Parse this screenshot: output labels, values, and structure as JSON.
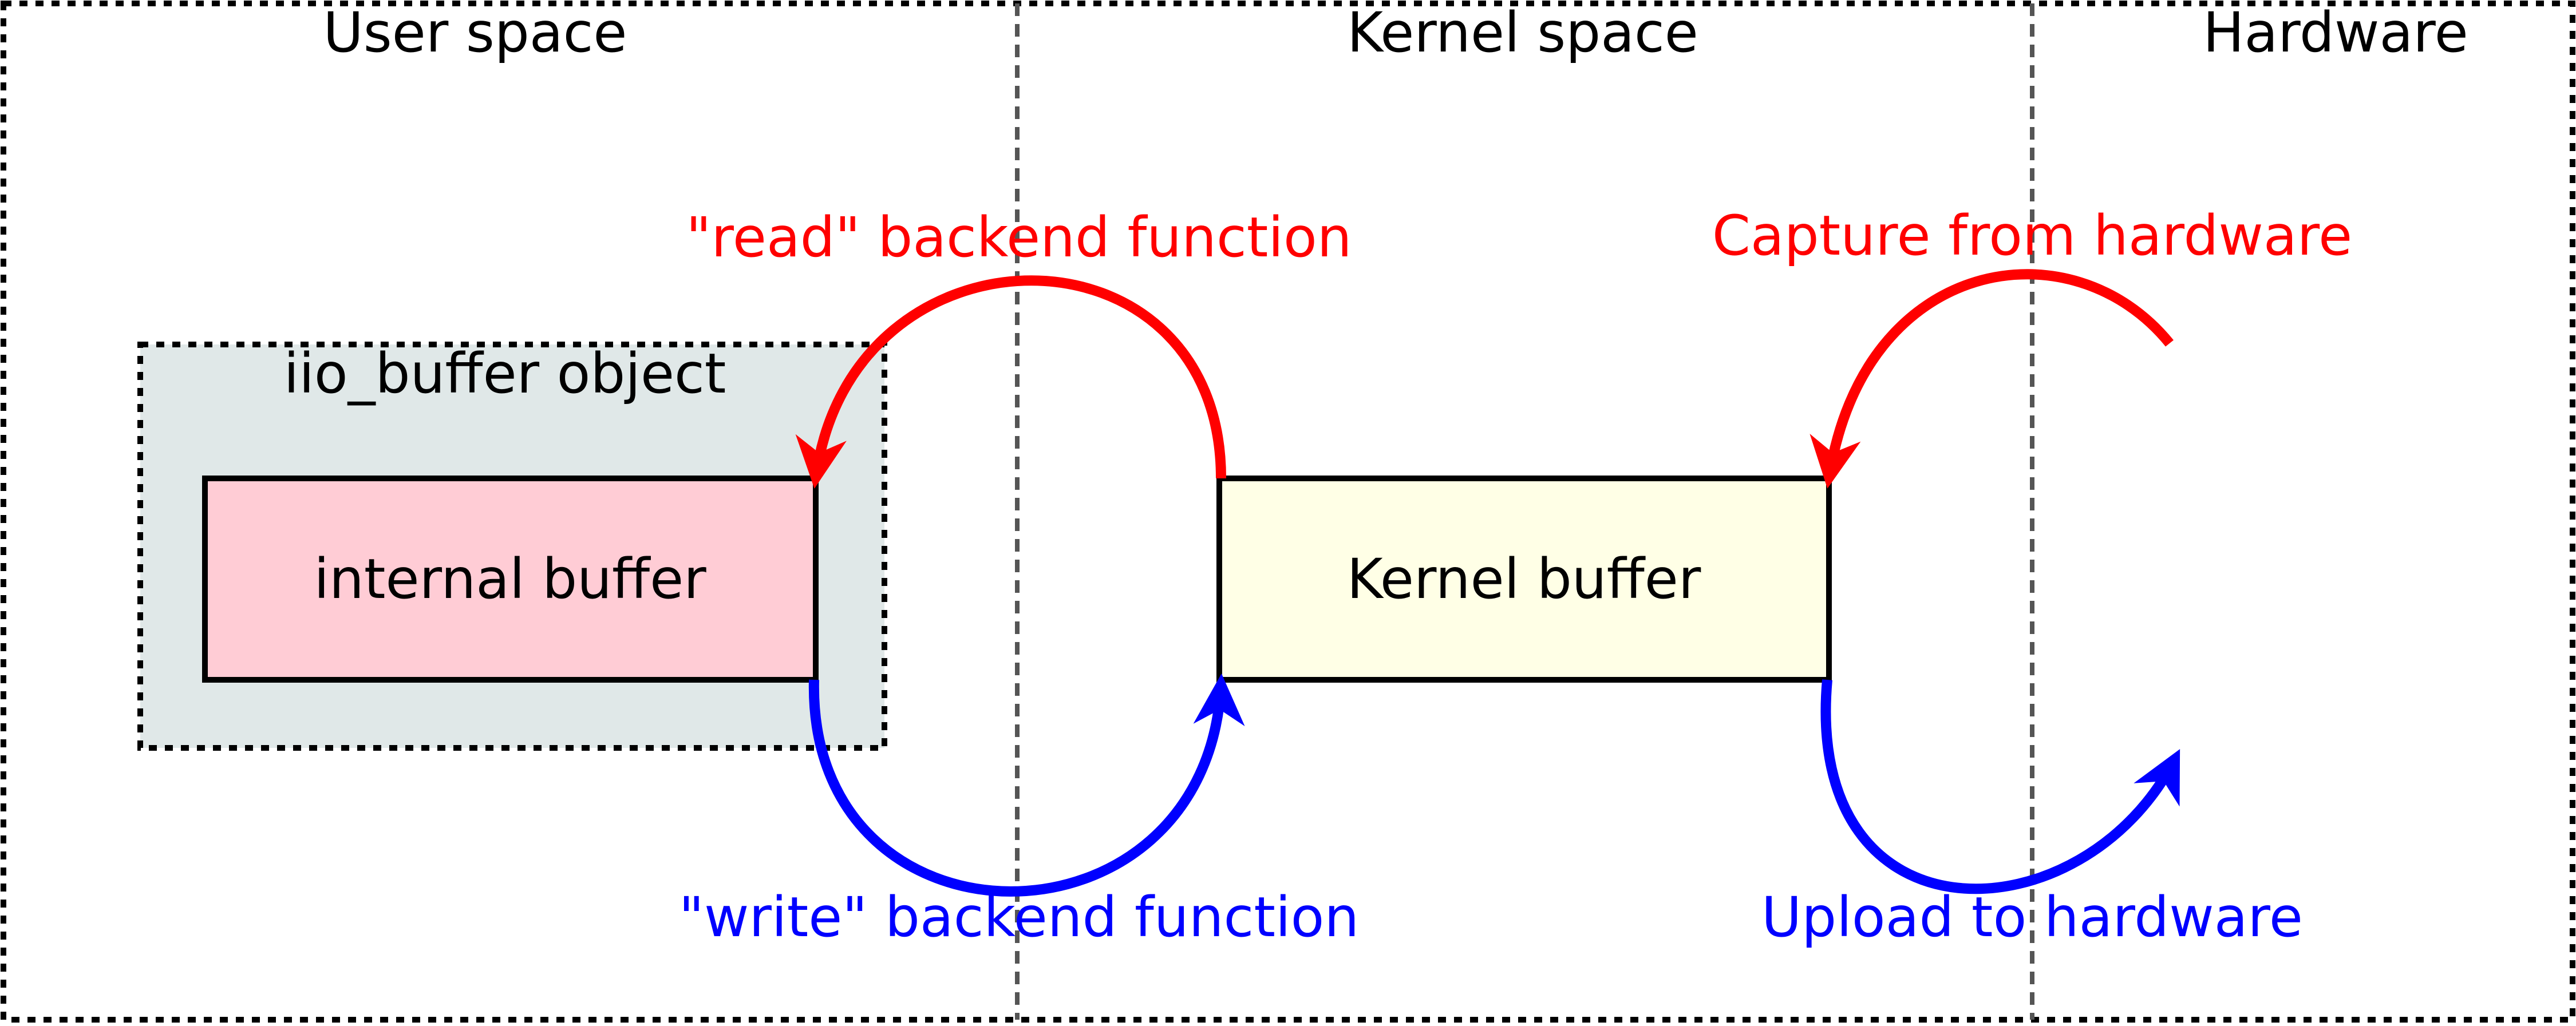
{
  "regions": {
    "user_space": "User space",
    "kernel_space": "Kernel space",
    "hardware": "Hardware"
  },
  "iio_object": {
    "label": "iio_buffer object",
    "fill": "#e0e8e8"
  },
  "internal_buffer": {
    "label": "internal buffer",
    "fill": "#ffccd5"
  },
  "kernel_buffer": {
    "label": "Kernel buffer",
    "fill": "#ffffe6"
  },
  "arrows": {
    "read_label": "\"read\" backend function",
    "write_label": "\"write\" backend function",
    "capture_label": "Capture from hardware",
    "upload_label": "Upload to hardware",
    "read_color": "#ff0000",
    "write_color": "#0000ff"
  }
}
